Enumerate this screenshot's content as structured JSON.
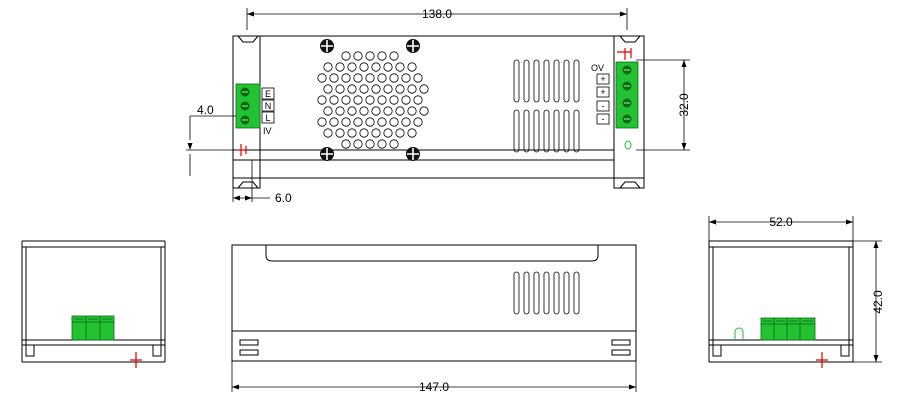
{
  "dimensions": {
    "top_length": "138.0",
    "height_32": "32.0",
    "offset_4": "4.0",
    "offset_6": "6.0",
    "total_length": "147.0",
    "width": "52.0",
    "height_42": "42.0"
  },
  "input_labels": [
    "E",
    "N",
    "L"
  ],
  "input_voltage_label": "IV",
  "output_ov_label": "OV",
  "output_labels": [
    "+",
    "+",
    "-",
    "-"
  ],
  "colors": {
    "terminal_green": "#22c232",
    "marker_red": "#e00000",
    "line": "#000000"
  }
}
